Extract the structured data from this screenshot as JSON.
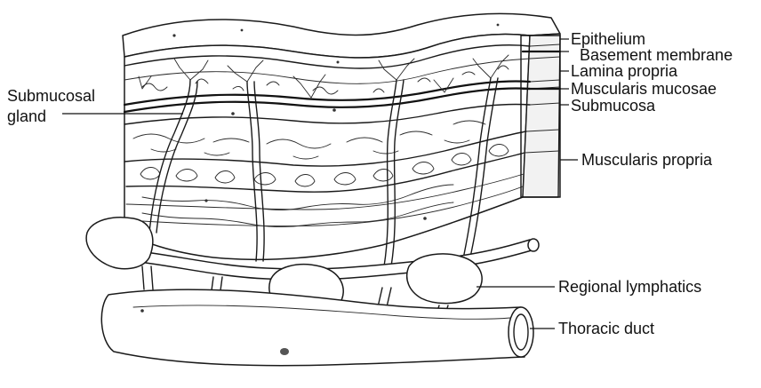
{
  "labels": {
    "submucosal_gland_line1": "Submucosal",
    "submucosal_gland_line2": "gland",
    "epithelium": "Epithelium",
    "basement_membrane": "Basement membrane",
    "lamina_propria": "Lamina propria",
    "muscularis_mucosae": "Muscularis mucosae",
    "submucosa": "Submucosa",
    "muscularis_propria": "Muscularis propria",
    "regional_lymphatics": "Regional lymphatics",
    "thoracic_duct": "Thoracic duct"
  }
}
